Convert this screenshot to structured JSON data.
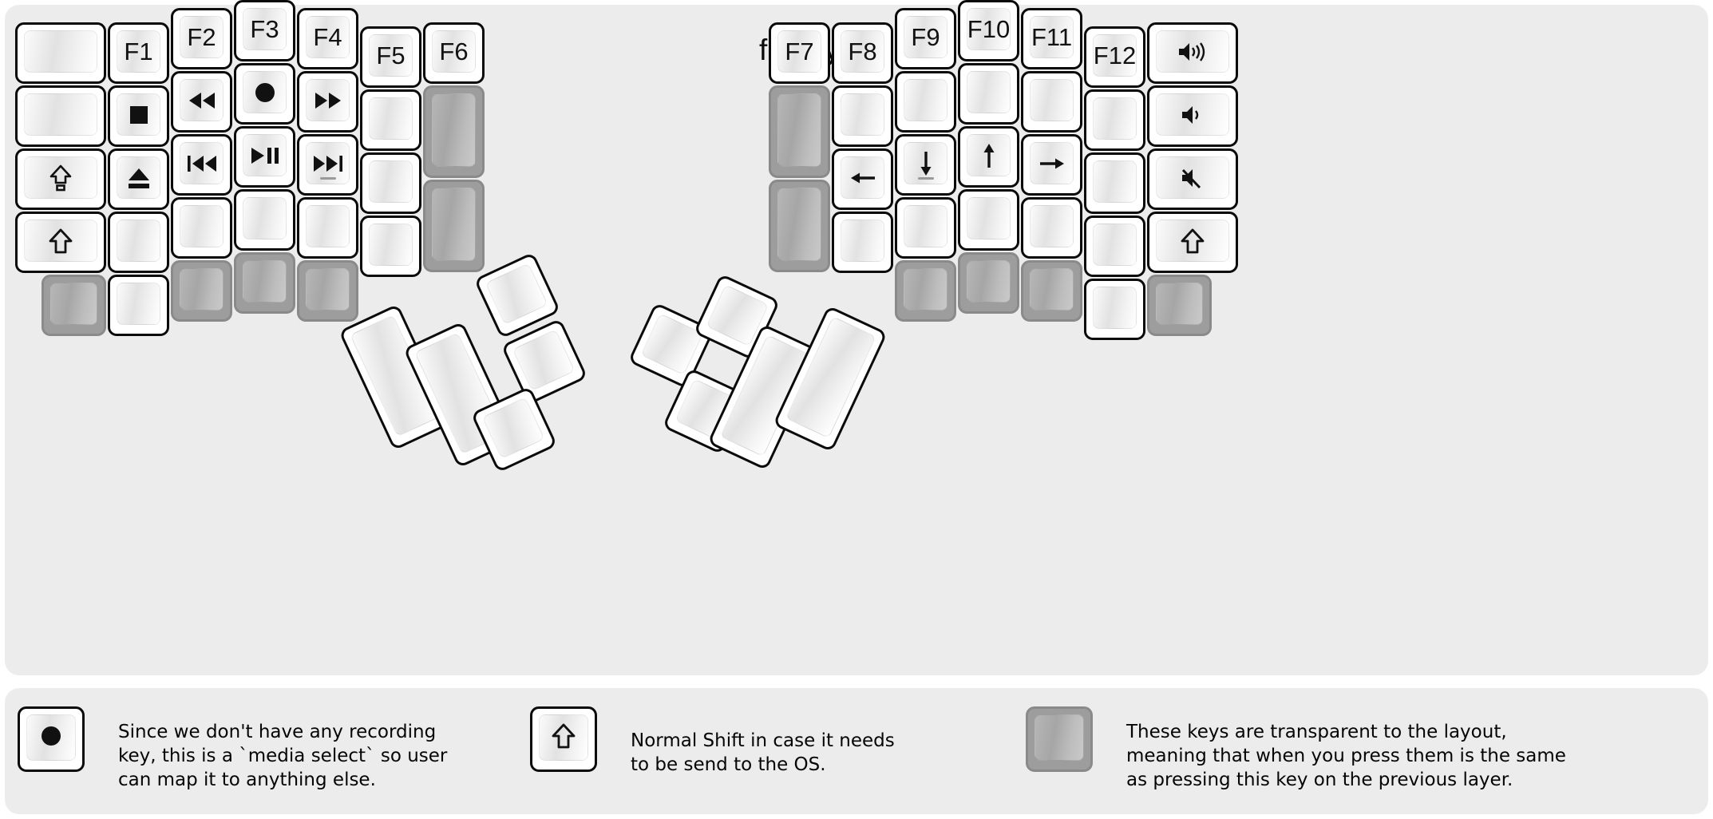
{
  "title": "fn Layer",
  "colors": {
    "background": "#ececec",
    "key_face": "#ffffff",
    "key_border": "#0a0a0a",
    "transparent_key": "#9d9d9d",
    "glyph": "#111111"
  },
  "glyphs": {
    "f1": "F1",
    "f2": "F2",
    "f3": "F3",
    "f4": "F4",
    "f5": "F5",
    "f6": "F6",
    "f7": "F7",
    "f8": "F8",
    "f9": "F9",
    "f10": "F10",
    "f11": "F11",
    "f12": "F12",
    "caps_lock": "⇪",
    "shift": "⇧",
    "stop": "■",
    "eject": "⏏",
    "record": "●",
    "rewind": "◀◀",
    "fast_forward": "▶▶",
    "prev_track": "|◀◀",
    "play_pause": "▶||",
    "next_track": "▶▶|",
    "arrow_left": "←",
    "arrow_down": "↓",
    "arrow_up": "↑",
    "arrow_right": "→",
    "volume_up": "🔊",
    "volume_down": "🔉",
    "volume_mute": "🔇",
    "blank": ""
  },
  "left_half": {
    "columns": [
      {
        "name": "col-1-outer",
        "keys": [
          {
            "label": "blank",
            "type": "normal"
          },
          {
            "label": "blank",
            "type": "normal"
          },
          {
            "label": "caps_lock",
            "type": "normal"
          },
          {
            "label": "shift",
            "type": "normal"
          },
          {
            "label": "blank",
            "type": "transparent"
          }
        ]
      },
      {
        "name": "col-2-pinky",
        "keys": [
          {
            "label": "f1",
            "type": "normal"
          },
          {
            "label": "stop",
            "type": "normal"
          },
          {
            "label": "eject",
            "type": "normal"
          },
          {
            "label": "blank",
            "type": "normal"
          },
          {
            "label": "blank",
            "type": "normal"
          }
        ]
      },
      {
        "name": "col-3-ring",
        "keys": [
          {
            "label": "f2",
            "type": "normal"
          },
          {
            "label": "rewind",
            "type": "normal"
          },
          {
            "label": "prev_track",
            "type": "normal"
          },
          {
            "label": "blank",
            "type": "normal"
          },
          {
            "label": "blank",
            "type": "transparent"
          }
        ]
      },
      {
        "name": "col-4-middle",
        "keys": [
          {
            "label": "f3",
            "type": "normal"
          },
          {
            "label": "record",
            "type": "normal"
          },
          {
            "label": "play_pause",
            "type": "normal"
          },
          {
            "label": "blank",
            "type": "normal"
          },
          {
            "label": "blank",
            "type": "transparent"
          }
        ]
      },
      {
        "name": "col-5-index",
        "keys": [
          {
            "label": "f4",
            "type": "normal"
          },
          {
            "label": "fast_forward",
            "type": "normal"
          },
          {
            "label": "next_track",
            "type": "normal",
            "homing": true
          },
          {
            "label": "blank",
            "type": "normal"
          },
          {
            "label": "blank",
            "type": "transparent"
          }
        ]
      },
      {
        "name": "col-6-inner",
        "keys": [
          {
            "label": "f5",
            "type": "normal"
          },
          {
            "label": "blank",
            "type": "normal"
          },
          {
            "label": "blank",
            "type": "normal"
          },
          {
            "label": "blank",
            "type": "normal"
          }
        ]
      },
      {
        "name": "col-7-extra",
        "keys": [
          {
            "label": "f6",
            "type": "normal"
          },
          {
            "label": "blank",
            "type": "transparent"
          },
          {
            "label": "blank",
            "type": "transparent"
          }
        ]
      }
    ],
    "thumb_cluster": [
      {
        "name": "thumb-big-1",
        "label": "blank",
        "type": "normal"
      },
      {
        "name": "thumb-big-2",
        "label": "blank",
        "type": "normal"
      },
      {
        "name": "thumb-small-top",
        "label": "blank",
        "type": "normal"
      },
      {
        "name": "thumb-small-mid",
        "label": "blank",
        "type": "normal"
      },
      {
        "name": "thumb-small-bottom",
        "label": "blank",
        "type": "normal"
      }
    ]
  },
  "right_half": {
    "columns": [
      {
        "name": "col-1-extra",
        "keys": [
          {
            "label": "f7",
            "type": "normal"
          },
          {
            "label": "blank",
            "type": "transparent"
          },
          {
            "label": "blank",
            "type": "transparent"
          }
        ]
      },
      {
        "name": "col-2-inner",
        "keys": [
          {
            "label": "f8",
            "type": "normal"
          },
          {
            "label": "blank",
            "type": "normal"
          },
          {
            "label": "arrow_left",
            "type": "normal"
          },
          {
            "label": "blank",
            "type": "normal"
          }
        ]
      },
      {
        "name": "col-3-index",
        "keys": [
          {
            "label": "f9",
            "type": "normal"
          },
          {
            "label": "blank",
            "type": "normal"
          },
          {
            "label": "arrow_down",
            "type": "normal",
            "homing": true
          },
          {
            "label": "blank",
            "type": "normal"
          },
          {
            "label": "blank",
            "type": "transparent"
          }
        ]
      },
      {
        "name": "col-4-middle",
        "keys": [
          {
            "label": "f10",
            "type": "normal"
          },
          {
            "label": "blank",
            "type": "normal"
          },
          {
            "label": "arrow_up",
            "type": "normal"
          },
          {
            "label": "blank",
            "type": "normal"
          },
          {
            "label": "blank",
            "type": "transparent"
          }
        ]
      },
      {
        "name": "col-5-ring",
        "keys": [
          {
            "label": "f11",
            "type": "normal"
          },
          {
            "label": "blank",
            "type": "normal"
          },
          {
            "label": "arrow_right",
            "type": "normal"
          },
          {
            "label": "blank",
            "type": "normal"
          },
          {
            "label": "blank",
            "type": "transparent"
          }
        ]
      },
      {
        "name": "col-6-pinky",
        "keys": [
          {
            "label": "f12",
            "type": "normal"
          },
          {
            "label": "blank",
            "type": "normal"
          },
          {
            "label": "blank",
            "type": "normal"
          },
          {
            "label": "blank",
            "type": "normal"
          },
          {
            "label": "blank",
            "type": "normal"
          }
        ]
      },
      {
        "name": "col-7-outer",
        "keys": [
          {
            "label": "volume_up",
            "type": "normal"
          },
          {
            "label": "volume_down",
            "type": "normal"
          },
          {
            "label": "volume_mute",
            "type": "normal"
          },
          {
            "label": "shift",
            "type": "normal"
          },
          {
            "label": "blank",
            "type": "transparent"
          }
        ]
      }
    ],
    "thumb_cluster": [
      {
        "name": "thumb-small-top",
        "label": "blank",
        "type": "normal"
      },
      {
        "name": "thumb-small-mid",
        "label": "blank",
        "type": "normal"
      },
      {
        "name": "thumb-small-bottom",
        "label": "blank",
        "type": "normal"
      },
      {
        "name": "thumb-big-1",
        "label": "blank",
        "type": "normal"
      },
      {
        "name": "thumb-big-2",
        "label": "blank",
        "type": "normal"
      }
    ]
  },
  "legend": [
    {
      "key_glyph": "record",
      "key_type": "normal",
      "text": "Since we don't have any recording\nkey, this is a `media select` so user\ncan map it to anything else."
    },
    {
      "key_glyph": "shift",
      "key_type": "normal",
      "text": "Normal Shift in case it needs\nto be send to the OS."
    },
    {
      "key_glyph": "blank",
      "key_type": "transparent",
      "text": "These keys are transparent to the layout,\nmeaning that when you press them is the same\nas pressing this key on the previous layer."
    }
  ]
}
